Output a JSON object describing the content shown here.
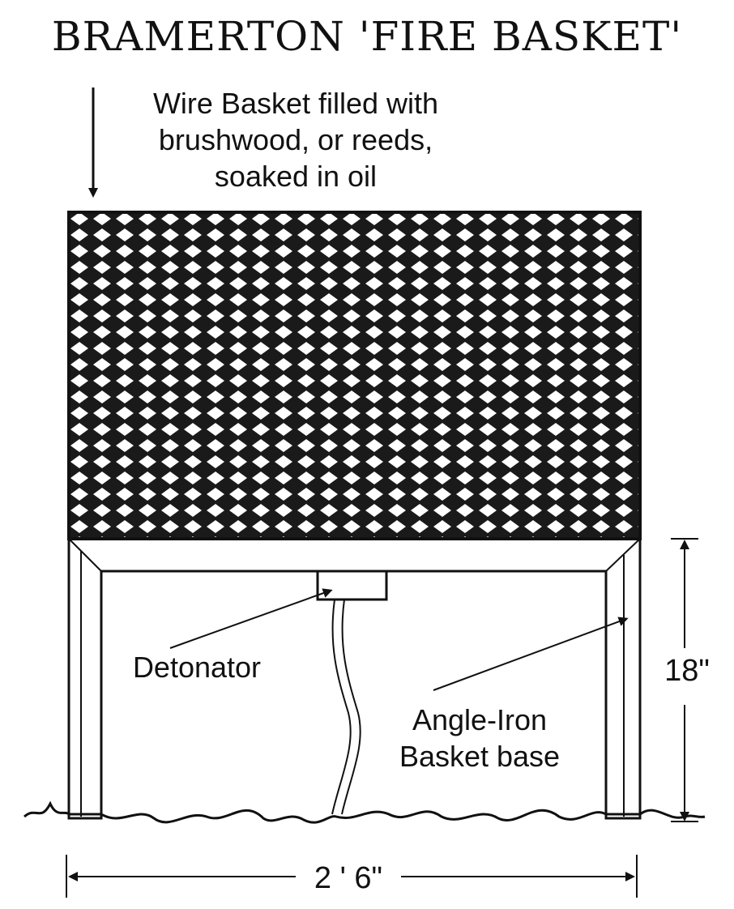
{
  "title": "BRAMERTON 'FIRE BASKET'",
  "labels": {
    "basket_line1": "Wire Basket filled with",
    "basket_line2": "brushwood, or reeds,",
    "basket_line3": "soaked in oil",
    "detonator": "Detonator",
    "base_line1": "Angle-Iron",
    "base_line2": "Basket base"
  },
  "dimensions": {
    "height": "18\"",
    "width": "2 ' 6\""
  }
}
